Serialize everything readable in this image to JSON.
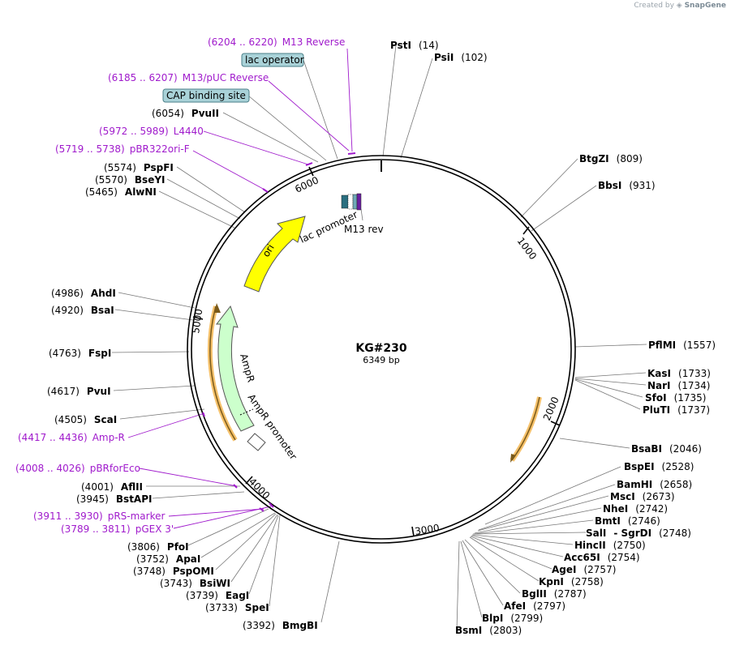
{
  "credit": {
    "prefix": "Created by",
    "brand": "SnapGene"
  },
  "plasmid": {
    "name": "KG#230",
    "length": "6349 bp"
  },
  "ticks": [
    "1000",
    "2000",
    "3000",
    "4000",
    "5000",
    "6000"
  ],
  "features": {
    "ori": "ori",
    "ampr": "AmpR",
    "ampr_promoter": "AmpR promoter",
    "lac_promoter": "lac promoter",
    "m13rev": "M13 rev"
  },
  "boxed_labels": {
    "lac_operator": "lac operator",
    "cap_site": "CAP binding site"
  },
  "enzymes": [
    {
      "name": "PstI",
      "pos": "(14)"
    },
    {
      "name": "PsiI",
      "pos": "(102)"
    },
    {
      "name": "BtgZI",
      "pos": "(809)"
    },
    {
      "name": "BbsI",
      "pos": "(931)"
    },
    {
      "name": "PflMI",
      "pos": "(1557)"
    },
    {
      "name": "KasI",
      "pos": "(1733)"
    },
    {
      "name": "NarI",
      "pos": "(1734)"
    },
    {
      "name": "SfoI",
      "pos": "(1735)"
    },
    {
      "name": "PluTI",
      "pos": "(1737)"
    },
    {
      "name": "BsaBI",
      "pos": "(2046)"
    },
    {
      "name": "BspEI",
      "pos": "(2528)"
    },
    {
      "name": "BamHI",
      "pos": "(2658)"
    },
    {
      "name": "MscI",
      "pos": "(2673)"
    },
    {
      "name": "NheI",
      "pos": "(2742)"
    },
    {
      "name": "BmtI",
      "pos": "(2746)"
    },
    {
      "name": "SalI",
      "pos": "- SgrDI"
    },
    {
      "name": "HincII",
      "pos": "(2750)"
    },
    {
      "name": "Acc65I",
      "pos": "(2754)"
    },
    {
      "name": "AgeI",
      "pos": "(2757)"
    },
    {
      "name": "KpnI",
      "pos": "(2758)"
    },
    {
      "name": "BglII",
      "pos": "(2787)"
    },
    {
      "name": "AfeI",
      "pos": "(2797)"
    },
    {
      "name": "BlpI",
      "pos": "(2799)"
    },
    {
      "name": "BsmI",
      "pos": "(2803)"
    },
    {
      "name": "BmgBI",
      "pos": "(3392)"
    },
    {
      "name": "SpeI",
      "pos": "(3733)"
    },
    {
      "name": "EagI",
      "pos": "(3739)"
    },
    {
      "name": "BsiWI",
      "pos": "(3743)"
    },
    {
      "name": "PspOMI",
      "pos": "(3748)"
    },
    {
      "name": "ApaI",
      "pos": "(3752)"
    },
    {
      "name": "PfoI",
      "pos": "(3806)"
    },
    {
      "name": "BstAPI",
      "pos": "(3945)"
    },
    {
      "name": "AflII",
      "pos": "(4001)"
    },
    {
      "name": "ScaI",
      "pos": "(4505)"
    },
    {
      "name": "PvuI",
      "pos": "(4617)"
    },
    {
      "name": "FspI",
      "pos": "(4763)"
    },
    {
      "name": "BsaI",
      "pos": "(4920)"
    },
    {
      "name": "AhdI",
      "pos": "(4986)"
    },
    {
      "name": "AlwNI",
      "pos": "(5465)"
    },
    {
      "name": "BseYI",
      "pos": "(5570)"
    },
    {
      "name": "PspFI",
      "pos": "(5574)"
    },
    {
      "name": "PvuII",
      "pos": "(6054)"
    }
  ],
  "extra_labels": {
    "sgrdi_pos": "(2748)"
  },
  "primers": [
    {
      "range": "(6204 .. 6220)",
      "name": "M13 Reverse"
    },
    {
      "range": "(6185 .. 6207)",
      "name": "M13/pUC Reverse"
    },
    {
      "range": "(5972 .. 5989)",
      "name": "L4440"
    },
    {
      "range": "(5719 .. 5738)",
      "name": "pBR322ori-F"
    },
    {
      "range": "(4417 .. 4436)",
      "name": "Amp-R"
    },
    {
      "range": "(4008 .. 4026)",
      "name": "pBRforEco"
    },
    {
      "range": "(3911 .. 3930)",
      "name": "pRS-marker"
    },
    {
      "range": "(3789 .. 3811)",
      "name": "pGEX 3'"
    }
  ],
  "colors": {
    "ori": "#ffff00",
    "ampr": "#ccffcc",
    "primer": "#a01bcc",
    "orf": "#f5c16b",
    "box": "#a9d2d8"
  }
}
